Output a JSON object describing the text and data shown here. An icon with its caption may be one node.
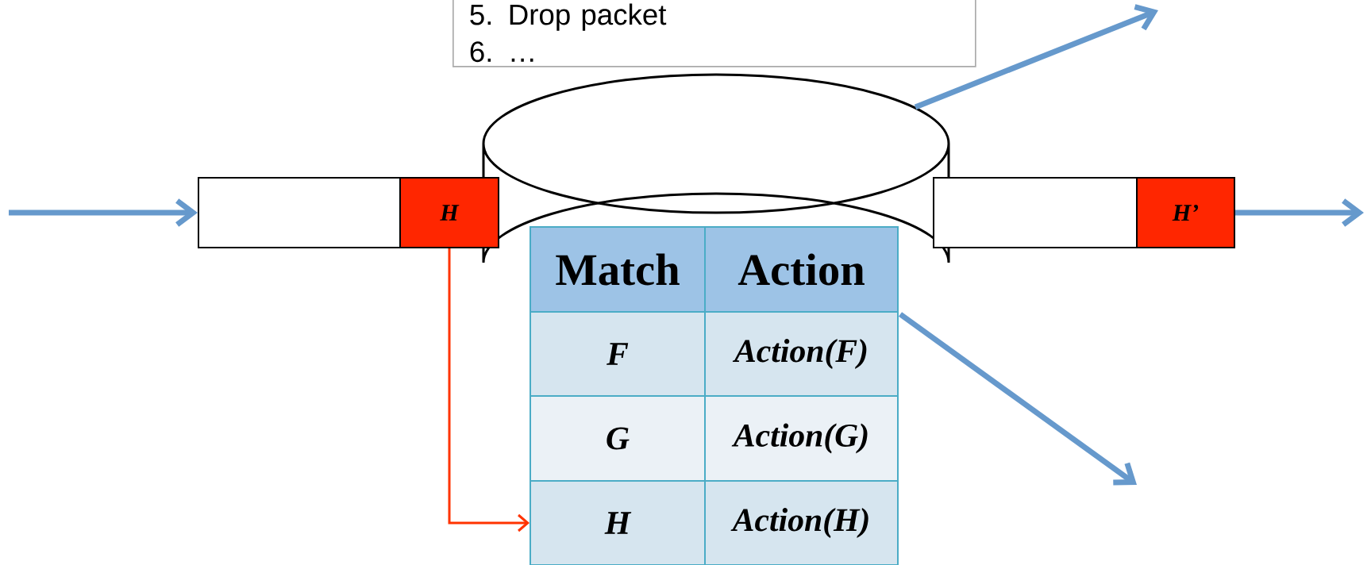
{
  "diagram": {
    "nodes": [
      {
        "text": [
          "5. Drop packet",
          "6. …"
        ]
      },
      {
        "text": [],
        "shape": "cylinder"
      },
      {
        "text": [],
        "shape": "box"
      },
      {
        "text": [
          "H"
        ]
      },
      {
        "text": [],
        "shape": "box"
      },
      {
        "text": [
          "H’"
        ]
      },
      {
        "text": [
          "Match"
        ]
      },
      {
        "text": [
          "Action"
        ]
      },
      {
        "text": [
          "F"
        ]
      },
      {
        "text": [
          "Action(F)"
        ]
      },
      {
        "text": [
          "G"
        ]
      },
      {
        "text": [
          "Action(G)"
        ]
      },
      {
        "text": [
          "H"
        ]
      },
      {
        "text": [
          "Action(H)"
        ]
      }
    ],
    "edges": [
      {
        "from": null,
        "to": 2,
        "arrow": "to"
      },
      {
        "from": 1,
        "to": null,
        "arrow": "to"
      },
      {
        "from": 5,
        "to": null,
        "arrow": "to"
      },
      {
        "from": 1,
        "to": null,
        "arrow": "to"
      },
      {
        "from": 3,
        "to": 12,
        "arrow": "to",
        "color": "#ff3300"
      }
    ]
  }
}
